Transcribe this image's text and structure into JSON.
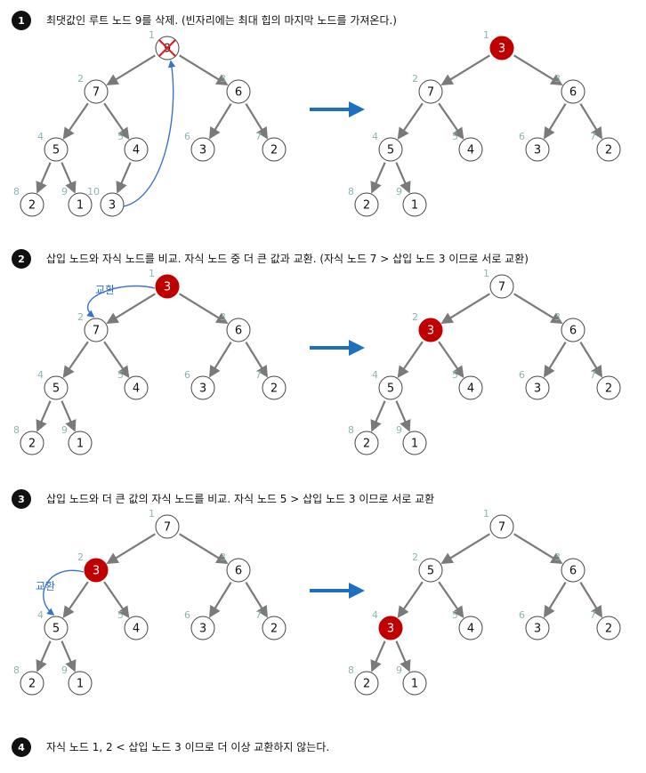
{
  "steps": [
    {
      "number": "1",
      "text": "최댓값인 루트 노드 9를 삭제. (빈자리에는 최대 힙의 마지막 노드를 가져온다.)",
      "before": [
        {
          "idx": "1",
          "val": "9",
          "style": "deleted"
        },
        {
          "idx": "2",
          "val": "7",
          "style": "normal"
        },
        {
          "idx": "3",
          "val": "6",
          "style": "normal"
        },
        {
          "idx": "4",
          "val": "5",
          "style": "normal"
        },
        {
          "idx": "5",
          "val": "4",
          "style": "normal"
        },
        {
          "idx": "6",
          "val": "3",
          "style": "normal"
        },
        {
          "idx": "7",
          "val": "2",
          "style": "normal"
        },
        {
          "idx": "8",
          "val": "2",
          "style": "normal"
        },
        {
          "idx": "9",
          "val": "1",
          "style": "normal"
        },
        {
          "idx": "10",
          "val": "3",
          "style": "normal"
        }
      ],
      "after": [
        {
          "idx": "1",
          "val": "3",
          "style": "red"
        },
        {
          "idx": "2",
          "val": "7",
          "style": "normal"
        },
        {
          "idx": "3",
          "val": "6",
          "style": "normal"
        },
        {
          "idx": "4",
          "val": "5",
          "style": "normal"
        },
        {
          "idx": "5",
          "val": "4",
          "style": "normal"
        },
        {
          "idx": "6",
          "val": "3",
          "style": "normal"
        },
        {
          "idx": "7",
          "val": "2",
          "style": "normal"
        },
        {
          "idx": "8",
          "val": "2",
          "style": "normal"
        },
        {
          "idx": "9",
          "val": "1",
          "style": "normal"
        }
      ],
      "swap_label": ""
    },
    {
      "number": "2",
      "text": "삽입 노드와 자식 노드를 비교. 자식 노드 중 더 큰 값과 교환. (자식 노드 7 > 삽입 노드 3 이므로 서로 교환)",
      "before": [
        {
          "idx": "1",
          "val": "3",
          "style": "red"
        },
        {
          "idx": "2",
          "val": "7",
          "style": "normal"
        },
        {
          "idx": "3",
          "val": "6",
          "style": "normal"
        },
        {
          "idx": "4",
          "val": "5",
          "style": "normal"
        },
        {
          "idx": "5",
          "val": "4",
          "style": "normal"
        },
        {
          "idx": "6",
          "val": "3",
          "style": "normal"
        },
        {
          "idx": "7",
          "val": "2",
          "style": "normal"
        },
        {
          "idx": "8",
          "val": "2",
          "style": "normal"
        },
        {
          "idx": "9",
          "val": "1",
          "style": "normal"
        }
      ],
      "after": [
        {
          "idx": "1",
          "val": "7",
          "style": "normal"
        },
        {
          "idx": "2",
          "val": "3",
          "style": "red"
        },
        {
          "idx": "3",
          "val": "6",
          "style": "normal"
        },
        {
          "idx": "4",
          "val": "5",
          "style": "normal"
        },
        {
          "idx": "5",
          "val": "4",
          "style": "normal"
        },
        {
          "idx": "6",
          "val": "3",
          "style": "normal"
        },
        {
          "idx": "7",
          "val": "2",
          "style": "normal"
        },
        {
          "idx": "8",
          "val": "2",
          "style": "normal"
        },
        {
          "idx": "9",
          "val": "1",
          "style": "normal"
        }
      ],
      "swap_label": "교환"
    },
    {
      "number": "3",
      "text": "삽입 노드와 더 큰 값의 자식 노드를 비교. 자식 노드 5 > 삽입 노드 3 이므로 서로 교환",
      "before": [
        {
          "idx": "1",
          "val": "7",
          "style": "normal"
        },
        {
          "idx": "2",
          "val": "3",
          "style": "red"
        },
        {
          "idx": "3",
          "val": "6",
          "style": "normal"
        },
        {
          "idx": "4",
          "val": "5",
          "style": "normal"
        },
        {
          "idx": "5",
          "val": "4",
          "style": "normal"
        },
        {
          "idx": "6",
          "val": "3",
          "style": "normal"
        },
        {
          "idx": "7",
          "val": "2",
          "style": "normal"
        },
        {
          "idx": "8",
          "val": "2",
          "style": "normal"
        },
        {
          "idx": "9",
          "val": "1",
          "style": "normal"
        }
      ],
      "after": [
        {
          "idx": "1",
          "val": "7",
          "style": "normal"
        },
        {
          "idx": "2",
          "val": "5",
          "style": "normal"
        },
        {
          "idx": "3",
          "val": "6",
          "style": "normal"
        },
        {
          "idx": "4",
          "val": "3",
          "style": "red"
        },
        {
          "idx": "5",
          "val": "4",
          "style": "normal"
        },
        {
          "idx": "6",
          "val": "3",
          "style": "normal"
        },
        {
          "idx": "7",
          "val": "2",
          "style": "normal"
        },
        {
          "idx": "8",
          "val": "2",
          "style": "normal"
        },
        {
          "idx": "9",
          "val": "1",
          "style": "normal"
        }
      ],
      "swap_label": "교환"
    },
    {
      "number": "4",
      "text": "자식 노드 1, 2 < 삽입 노드 3 이므로 더 이상 교환하지 않는다.",
      "before": [],
      "after": [],
      "swap_label": ""
    }
  ],
  "colors": {
    "edge": "#7a7a7a",
    "red_node": "#c00000",
    "transition_arrow": "#1f6fc0",
    "swap_arrow": "#3b72c9",
    "index_label": "#8ab4b4",
    "step_badge": "#111111",
    "delete_mark": "#e02020"
  },
  "icons": {
    "transition": "right-arrow-icon",
    "delete": "cross-mark-icon",
    "swap": "curved-arrow-icon"
  }
}
